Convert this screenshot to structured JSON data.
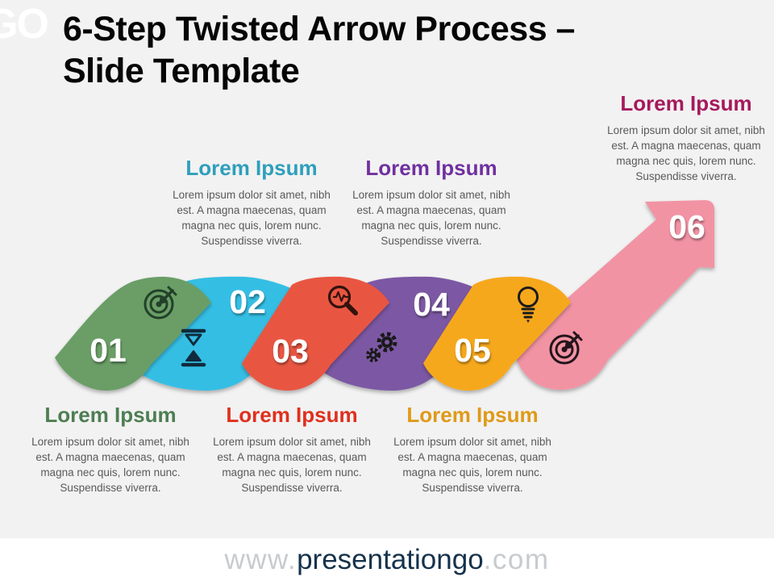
{
  "logo": {
    "text": "GO"
  },
  "title": {
    "line1": "6-Step Twisted Arrow Process –",
    "line2": "Slide Template"
  },
  "captions": {
    "top": [
      {
        "heading": "Lorem Ipsum",
        "color": "#2e9fbc",
        "body": "Lorem ipsum dolor sit amet, nibh est. A magna maecenas, quam magna nec quis, lorem nunc. Suspendisse viverra."
      },
      {
        "heading": "Lorem Ipsum",
        "color": "#7030a0",
        "body": "Lorem ipsum dolor sit amet, nibh est. A magna maecenas, quam magna nec quis, lorem nunc. Suspendisse viverra."
      },
      {
        "heading": "Lorem Ipsum",
        "color": "#a6195c",
        "body": "Lorem ipsum dolor sit amet, nibh est. A magna maecenas, quam magna nec quis, lorem nunc. Suspendisse viverra."
      }
    ],
    "bottom": [
      {
        "heading": "Lorem Ipsum",
        "color": "#4e7e52",
        "body": "Lorem ipsum dolor sit amet, nibh est. A magna maecenas, quam magna nec quis, lorem nunc. Suspendisse viverra."
      },
      {
        "heading": "Lorem Ipsum",
        "color": "#e0301e",
        "body": "Lorem ipsum dolor sit amet, nibh est. A magna maecenas, quam magna nec quis, lorem nunc. Suspendisse viverra."
      },
      {
        "heading": "Lorem Ipsum",
        "color": "#df9a18",
        "body": "Lorem ipsum dolor sit amet, nibh est. A magna maecenas, quam magna nec quis, lorem nunc. Suspendisse viverra."
      }
    ]
  },
  "steps": [
    {
      "number": "01",
      "color": "#6a9e66",
      "icon": "target-arrow-icon",
      "icon_color": "#23402a"
    },
    {
      "number": "02",
      "color": "#35bee4",
      "icon": "hourglass-icon",
      "icon_color": "#0f2b3c"
    },
    {
      "number": "03",
      "color": "#e85742",
      "icon": "magnifier-pulse-icon",
      "icon_color": "#33130d"
    },
    {
      "number": "04",
      "color": "#7c58a4",
      "icon": "gears-icon",
      "icon_color": "#191919"
    },
    {
      "number": "05",
      "color": "#f6a81f",
      "icon": "lightbulb-icon",
      "icon_color": "#1c1c1c"
    },
    {
      "number": "06",
      "color": "#f293a4",
      "icon": "target-arrow-icon",
      "icon_color": "#22151b"
    }
  ],
  "colors": {
    "step_number": "#ffffff",
    "background": "#f2f2f2",
    "footer_dim": "#c7cbce",
    "footer_name": "#16324c"
  },
  "footer": {
    "www": "www.",
    "name": "presentationgo",
    "com": ".com"
  }
}
